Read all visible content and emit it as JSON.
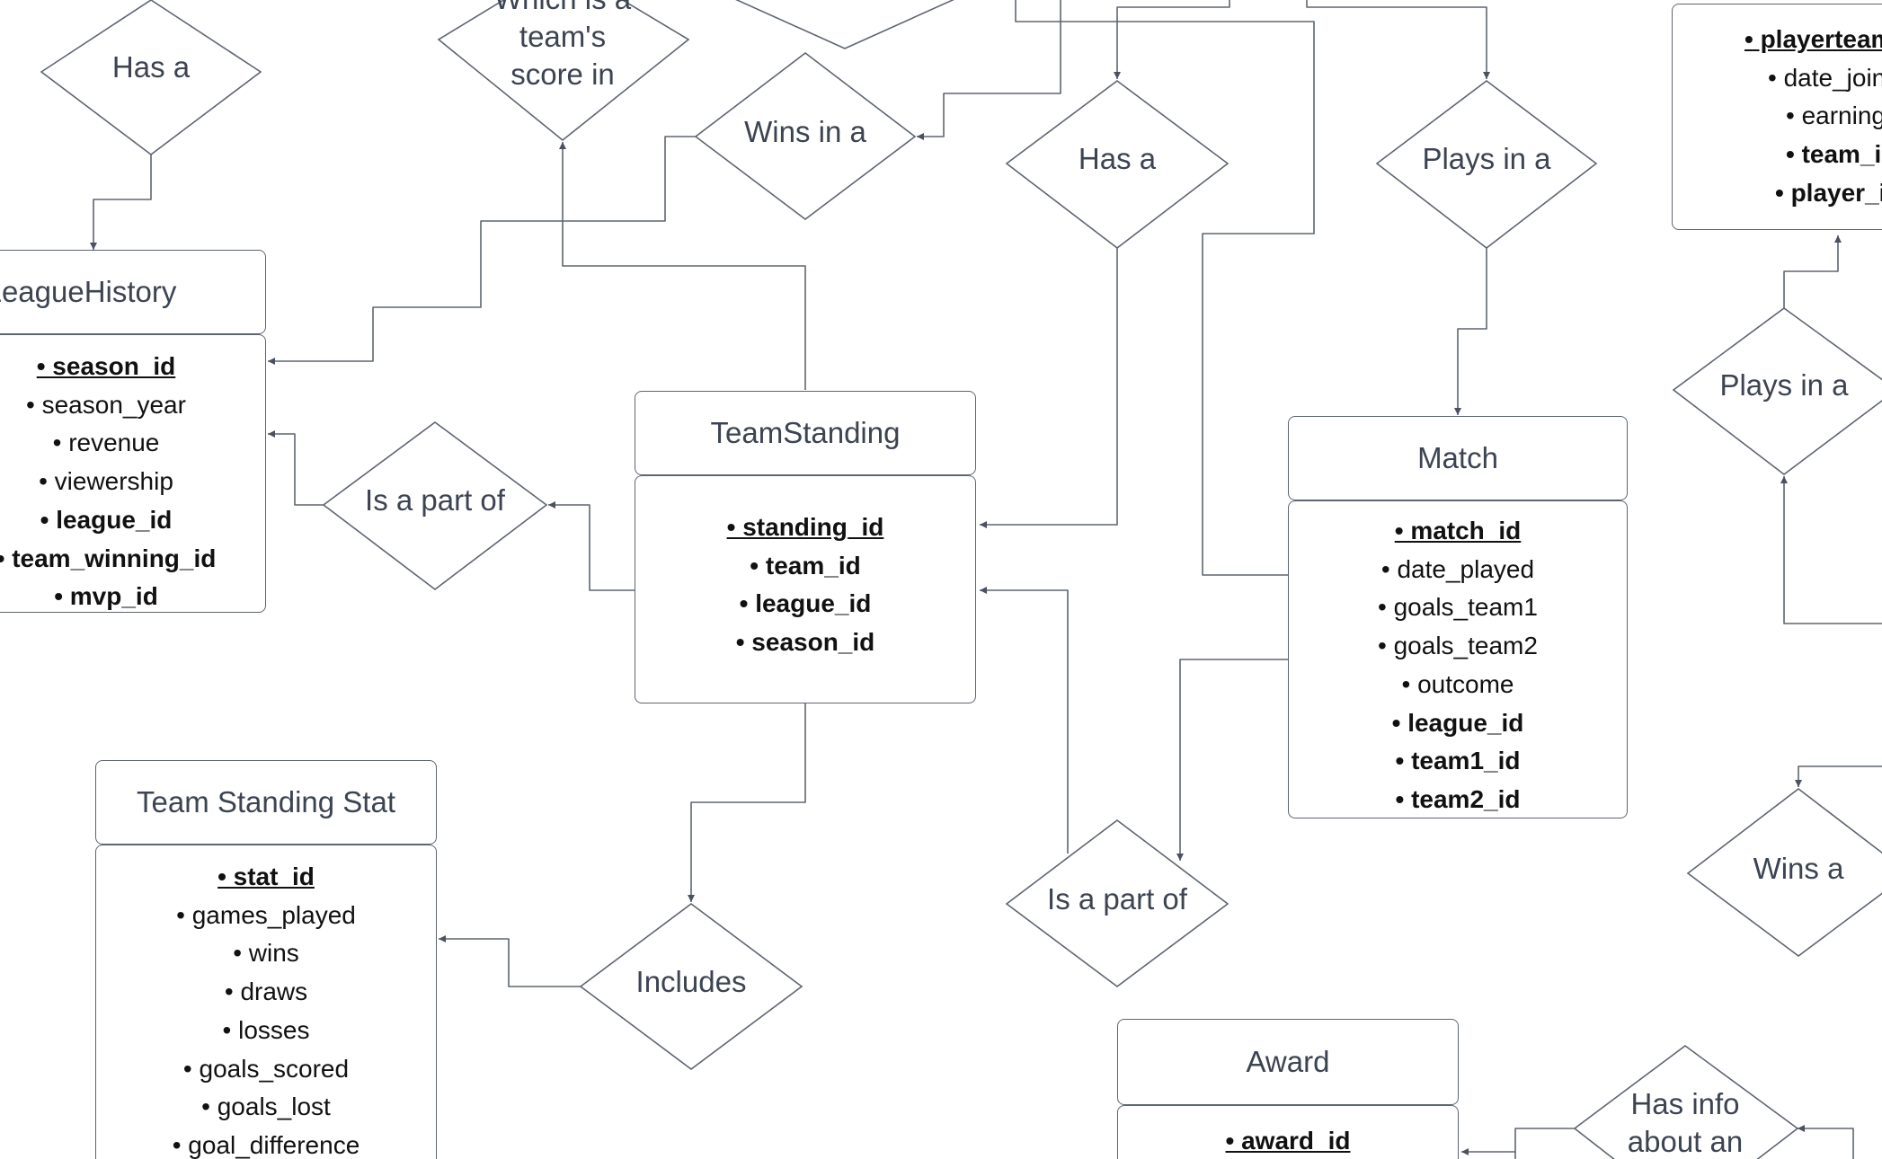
{
  "entities": {
    "league_history": {
      "title": "LeagueHistory",
      "attributes": [
        {
          "text": "• season_id",
          "kind": "pk"
        },
        {
          "text": "• season_year",
          "kind": "plain"
        },
        {
          "text": "• revenue",
          "kind": "plain"
        },
        {
          "text": "• viewership",
          "kind": "plain"
        },
        {
          "text": "• league_id",
          "kind": "fk"
        },
        {
          "text": "• team_winning_id",
          "kind": "fk"
        },
        {
          "text": "• mvp_id",
          "kind": "fk"
        }
      ]
    },
    "team_standing": {
      "title": "TeamStanding",
      "attributes": [
        {
          "text": "• standing_id",
          "kind": "pk"
        },
        {
          "text": "• team_id",
          "kind": "fk"
        },
        {
          "text": "• league_id",
          "kind": "fk"
        },
        {
          "text": "• season_id",
          "kind": "fk"
        }
      ]
    },
    "match": {
      "title": "Match",
      "attributes": [
        {
          "text": "• match_id",
          "kind": "pk"
        },
        {
          "text": "• date_played",
          "kind": "plain"
        },
        {
          "text": "• goals_team1",
          "kind": "plain"
        },
        {
          "text": "• goals_team2",
          "kind": "plain"
        },
        {
          "text": "• outcome",
          "kind": "plain"
        },
        {
          "text": "• league_id",
          "kind": "fk"
        },
        {
          "text": "• team1_id",
          "kind": "fk"
        },
        {
          "text": "• team2_id",
          "kind": "fk"
        }
      ]
    },
    "team_standing_stat": {
      "title": "Team Standing Stat",
      "attributes": [
        {
          "text": "• stat_id",
          "kind": "pk"
        },
        {
          "text": "• games_played",
          "kind": "plain"
        },
        {
          "text": "• wins",
          "kind": "plain"
        },
        {
          "text": "• draws",
          "kind": "plain"
        },
        {
          "text": "• losses",
          "kind": "plain"
        },
        {
          "text": "• goals_scored",
          "kind": "plain"
        },
        {
          "text": "• goals_lost",
          "kind": "plain"
        },
        {
          "text": "• goal_difference",
          "kind": "plain"
        }
      ]
    },
    "award": {
      "title": "Award",
      "attributes": [
        {
          "text": "• award_id",
          "kind": "pk"
        }
      ]
    },
    "player_team": {
      "title": "",
      "attributes": [
        {
          "text": "• playerteam_id",
          "kind": "pk"
        },
        {
          "text": "• date_joined",
          "kind": "plain"
        },
        {
          "text": "• earnings",
          "kind": "plain"
        },
        {
          "text": "• team_id",
          "kind": "fk"
        },
        {
          "text": "• player_id",
          "kind": "fk"
        }
      ]
    }
  },
  "relationships": {
    "has_a_league": "Has a",
    "team_score_in": "Which is a team's score in",
    "wins_in_a": "Wins in a",
    "has_a_match": "Has a",
    "plays_in_a_match": "Plays in a",
    "is_a_part_of_league_history": "Is a part of",
    "includes": "Includes",
    "is_a_part_of_team_standing": "Is a part of",
    "plays_in_a_team": "Plays in a",
    "wins_a_award": "Wins a",
    "has_info_about_an": "Has info about an"
  },
  "colors": {
    "stroke": "#5e6570",
    "label_text": "#3c4452",
    "attribute_text": "#111111",
    "background": "#ffffff"
  }
}
